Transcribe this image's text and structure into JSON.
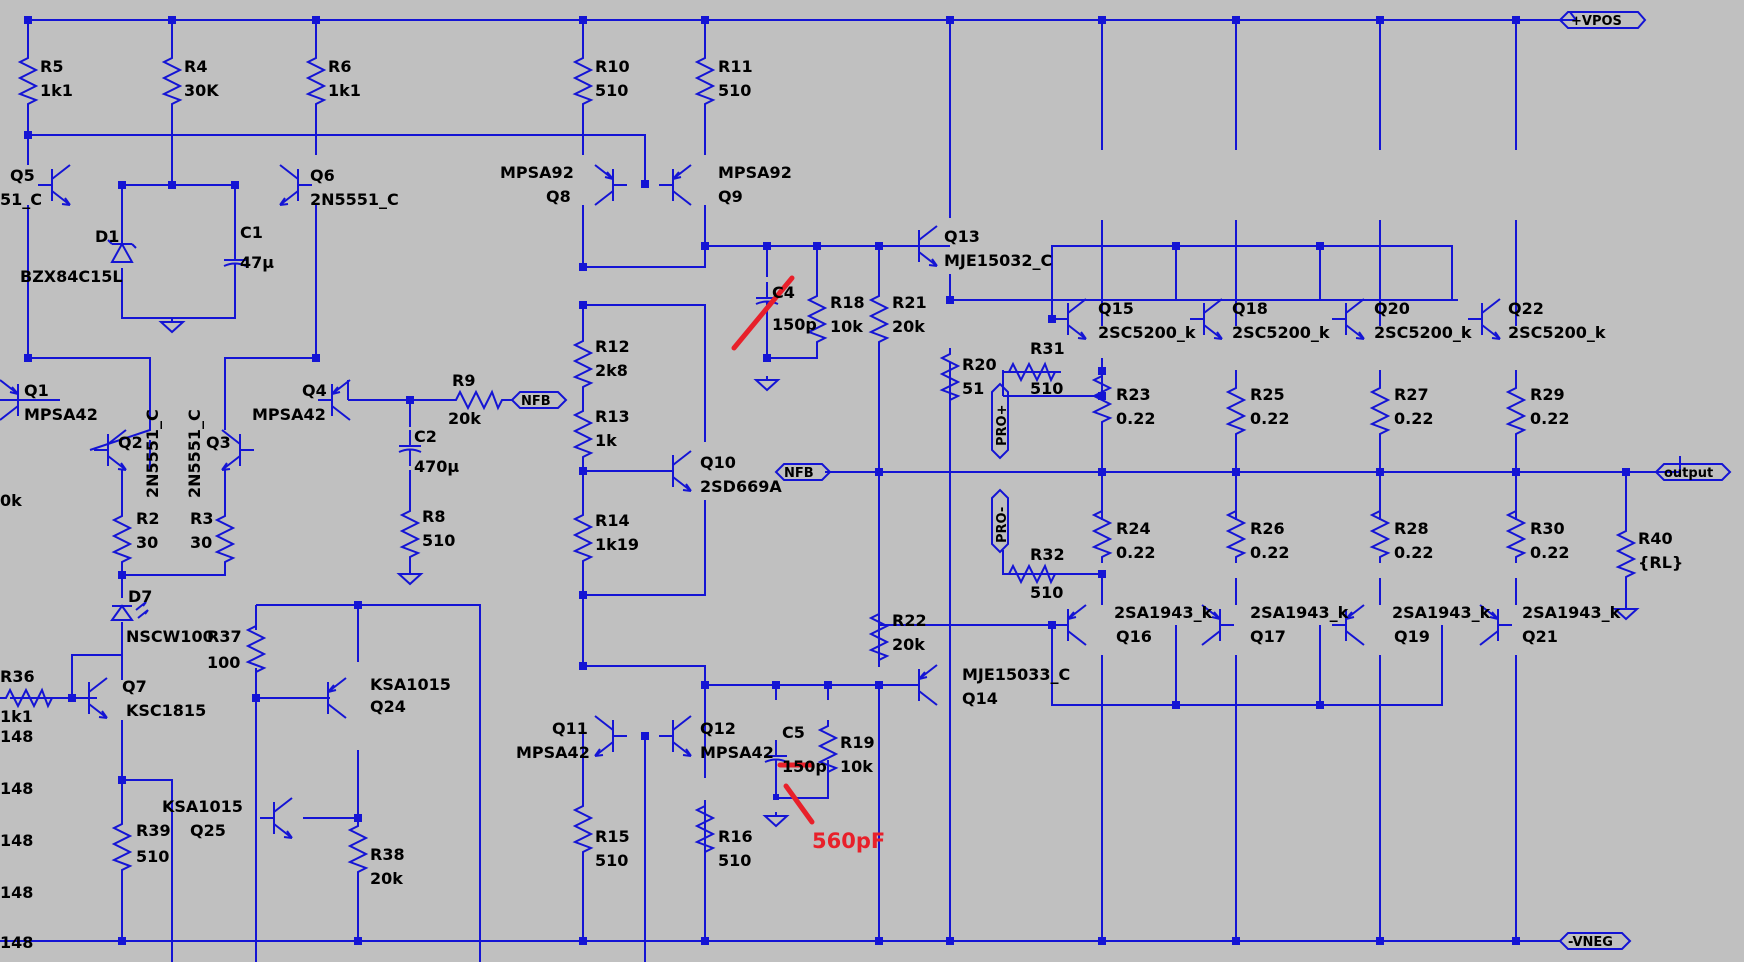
{
  "colors": {
    "background": "#c0c0c0",
    "wire": "#1414d4",
    "text": "#000000",
    "annotation": "#e8202a"
  },
  "ports": {
    "vpos": "+VPOS",
    "vneg": "-VNEG",
    "output": "output",
    "nfb_in": "NFB",
    "nfb_out": "NFB",
    "pro_plus": "PRO+",
    "pro_minus": "PRO-"
  },
  "components": {
    "r5": {
      "name": "R5",
      "value": "1k1"
    },
    "r4": {
      "name": "R4",
      "value": "30K"
    },
    "r6": {
      "name": "R6",
      "value": "1k1"
    },
    "r10": {
      "name": "R10",
      "value": "510"
    },
    "r11": {
      "name": "R11",
      "value": "510"
    },
    "q5": {
      "name": "Q5",
      "value": "51_C"
    },
    "q6": {
      "name": "Q6",
      "value": "2N5551_C"
    },
    "q8": {
      "name": "Q8",
      "value": "MPSA92"
    },
    "q9": {
      "name": "Q9",
      "value": "MPSA92"
    },
    "d1": {
      "name": "D1",
      "value": "BZX84C15L"
    },
    "c1": {
      "name": "C1",
      "value": "47µ"
    },
    "q13": {
      "name": "Q13",
      "value": "MJE15032_C"
    },
    "c4": {
      "name": "C4",
      "value": "150p"
    },
    "r18": {
      "name": "R18",
      "value": "10k"
    },
    "r21": {
      "name": "R21",
      "value": "20k"
    },
    "q15": {
      "name": "Q15",
      "value": "2SC5200_k"
    },
    "q18": {
      "name": "Q18",
      "value": "2SC5200_k"
    },
    "q20": {
      "name": "Q20",
      "value": "2SC5200_k"
    },
    "q22": {
      "name": "Q22",
      "value": "2SC5200_k"
    },
    "r12": {
      "name": "R12",
      "value": "2k8"
    },
    "r13": {
      "name": "R13",
      "value": "1k"
    },
    "r14": {
      "name": "R14",
      "value": "1k19"
    },
    "q10": {
      "name": "Q10",
      "value": "2SD669A"
    },
    "r20": {
      "name": "R20",
      "value": "51"
    },
    "r31": {
      "name": "R31",
      "value": "510"
    },
    "r32": {
      "name": "R32",
      "value": "510"
    },
    "r23": {
      "name": "R23",
      "value": "0.22"
    },
    "r25": {
      "name": "R25",
      "value": "0.22"
    },
    "r27": {
      "name": "R27",
      "value": "0.22"
    },
    "r29": {
      "name": "R29",
      "value": "0.22"
    },
    "r24": {
      "name": "R24",
      "value": "0.22"
    },
    "r26": {
      "name": "R26",
      "value": "0.22"
    },
    "r28": {
      "name": "R28",
      "value": "0.22"
    },
    "r30": {
      "name": "R30",
      "value": "0.22"
    },
    "r40": {
      "name": "R40",
      "value": "{RL}"
    },
    "q1": {
      "name": "Q1",
      "value": "MPSA42"
    },
    "q2": {
      "name": "Q2",
      "value": "2N5551_C"
    },
    "q3": {
      "name": "Q3",
      "value": "2N5551_C"
    },
    "q4": {
      "name": "Q4",
      "value": "MPSA42"
    },
    "r9": {
      "name": "R9",
      "value": "20k"
    },
    "c2": {
      "name": "C2",
      "value": "470µ"
    },
    "r8": {
      "name": "R8",
      "value": "510"
    },
    "r2": {
      "name": "R2",
      "value": "30"
    },
    "r3": {
      "name": "R3",
      "value": "30"
    },
    "d7": {
      "name": "D7",
      "value": "NSCW100"
    },
    "r37": {
      "name": "R37",
      "value": "100"
    },
    "r36": {
      "name": "R36",
      "value": "1k1"
    },
    "q7": {
      "name": "Q7",
      "value": "KSC1815"
    },
    "q24": {
      "name": "Q24",
      "value": "KSA1015"
    },
    "q25": {
      "name": "Q25",
      "value": "KSA1015"
    },
    "r39": {
      "name": "R39",
      "value": "510"
    },
    "r38": {
      "name": "R38",
      "value": "20k"
    },
    "r22": {
      "name": "R22",
      "value": "20k"
    },
    "q14": {
      "name": "Q14",
      "value": "MJE15033_C"
    },
    "q16": {
      "name": "Q16",
      "value": "2SA1943_k"
    },
    "q17": {
      "name": "Q17",
      "value": "2SA1943_k"
    },
    "q19": {
      "name": "Q19",
      "value": "2SA1943_k"
    },
    "q21": {
      "name": "Q21",
      "value": "2SA1943_k"
    },
    "q11": {
      "name": "Q11",
      "value": "MPSA42"
    },
    "q12": {
      "name": "Q12",
      "value": "MPSA42"
    },
    "c5": {
      "name": "C5",
      "value": "150p"
    },
    "r19": {
      "name": "R19",
      "value": "10k"
    },
    "r15": {
      "name": "R15",
      "value": "510"
    },
    "r16": {
      "name": "R16",
      "value": "510"
    }
  },
  "left_edge_labels": [
    "148",
    "148",
    "148",
    "148",
    "148"
  ],
  "left_edge_k": "0k",
  "annotation": {
    "text": "560pF"
  }
}
